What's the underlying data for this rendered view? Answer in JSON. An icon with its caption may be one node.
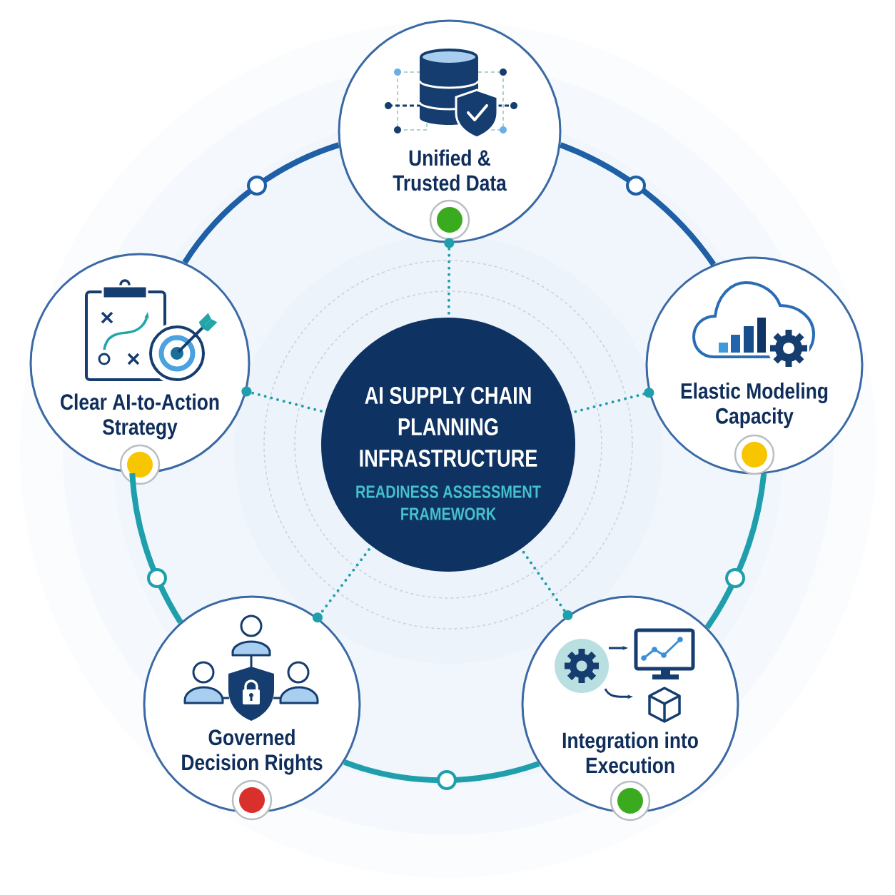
{
  "diagram": {
    "nodes": [
      {
        "text": [
          "AI SUPPLY CHAIN PLANNING INFRASTRUCTURE",
          "READINESS ASSESSMENT FRAMEWORK"
        ]
      },
      {
        "text": [
          "Unified & Trusted Data"
        ]
      },
      {
        "text": [
          "Elastic Modeling Capacity"
        ]
      },
      {
        "text": [
          "Integration into Execution"
        ]
      },
      {
        "text": [
          "Governed Decision Rights"
        ]
      },
      {
        "text": [
          "Clear AI-to-Action Strategy"
        ]
      }
    ],
    "edges": [
      {
        "from": 0,
        "to": 1,
        "arrow": "other",
        "style": "dashed"
      },
      {
        "from": 0,
        "to": 2,
        "arrow": "other",
        "style": "dashed"
      },
      {
        "from": 0,
        "to": 3,
        "arrow": "other",
        "style": "dashed"
      },
      {
        "from": 0,
        "to": 4,
        "arrow": "other",
        "style": "dashed"
      },
      {
        "from": 0,
        "to": 5,
        "arrow": "other",
        "style": "dashed"
      },
      {
        "from": 1,
        "to": 2,
        "arrow": "none",
        "style": "thick",
        "color": "#1e5fa6"
      },
      {
        "from": 2,
        "to": 3,
        "arrow": "none",
        "style": "thick"
      },
      {
        "from": 3,
        "to": 4,
        "arrow": "none",
        "style": "thick"
      },
      {
        "from": 4,
        "to": 5,
        "arrow": "none",
        "style": "thick"
      },
      {
        "from": 5,
        "to": 1,
        "arrow": "none",
        "style": "thick",
        "color": "#1e5fa6"
      }
    ]
  }
}
